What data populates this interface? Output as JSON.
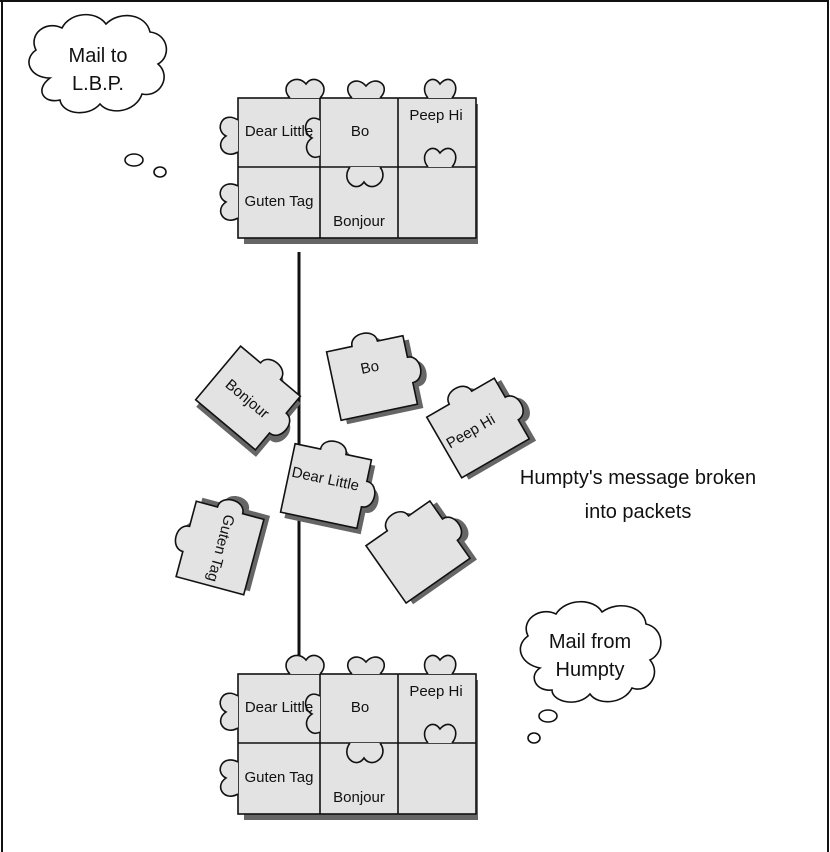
{
  "clouds": {
    "sender": {
      "line1": "Mail to",
      "line2": "L.B.P."
    },
    "receiver": {
      "line1": "Mail from",
      "line2": "Humpty"
    }
  },
  "caption": {
    "line1": "Humpty's message broken",
    "line2": "into packets"
  },
  "grid_top": {
    "cells": [
      "Dear Little",
      "Bo",
      "Peep Hi",
      "Guten Tag",
      "Bonjour",
      ""
    ]
  },
  "packets": [
    "Bonjour",
    "Bo",
    "Peep Hi",
    "Dear Little",
    "Guten Tag",
    ""
  ],
  "grid_bottom": {
    "cells": [
      "Dear Little",
      "Bo",
      "Peep Hi",
      "Guten Tag",
      "Bonjour",
      ""
    ]
  }
}
